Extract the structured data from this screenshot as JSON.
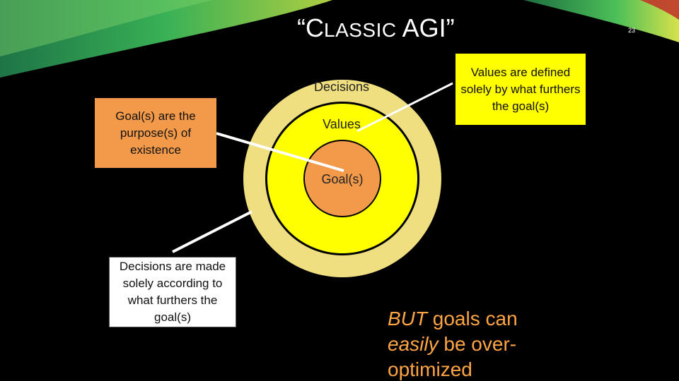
{
  "slide": {
    "title_open_quote": "“",
    "title_c": "C",
    "title_lassic": "LASSIC",
    "title_agi": " AGI",
    "title_close_quote": "”",
    "slide_number": "23"
  },
  "diagram": {
    "rings": [
      {
        "label": "Decisions",
        "color": "#f0df80"
      },
      {
        "label": "Values",
        "color": "#ffff00"
      },
      {
        "label": "Goal(s)",
        "color": "#f39a4a"
      }
    ],
    "callouts": {
      "goals": "Goal(s) are the purpose(s) of existence",
      "values": "Values are defined solely by what furthers the goal(s)",
      "decisions": "Decisions are made solely according to what furthers the goal(s)"
    }
  },
  "note": {
    "but": "BUT",
    "goals_can": " goals can ",
    "easily": "easily",
    "be_over_optimized": " be over-optimized"
  },
  "colors": {
    "background": "#000000",
    "accent_orange": "#f39a4a",
    "accent_yellow": "#ffff00",
    "ring_outer": "#f0df80",
    "note_text": "#ffa544",
    "ribbon_green": "#2fae57",
    "ribbon_lime": "#b7d845"
  }
}
